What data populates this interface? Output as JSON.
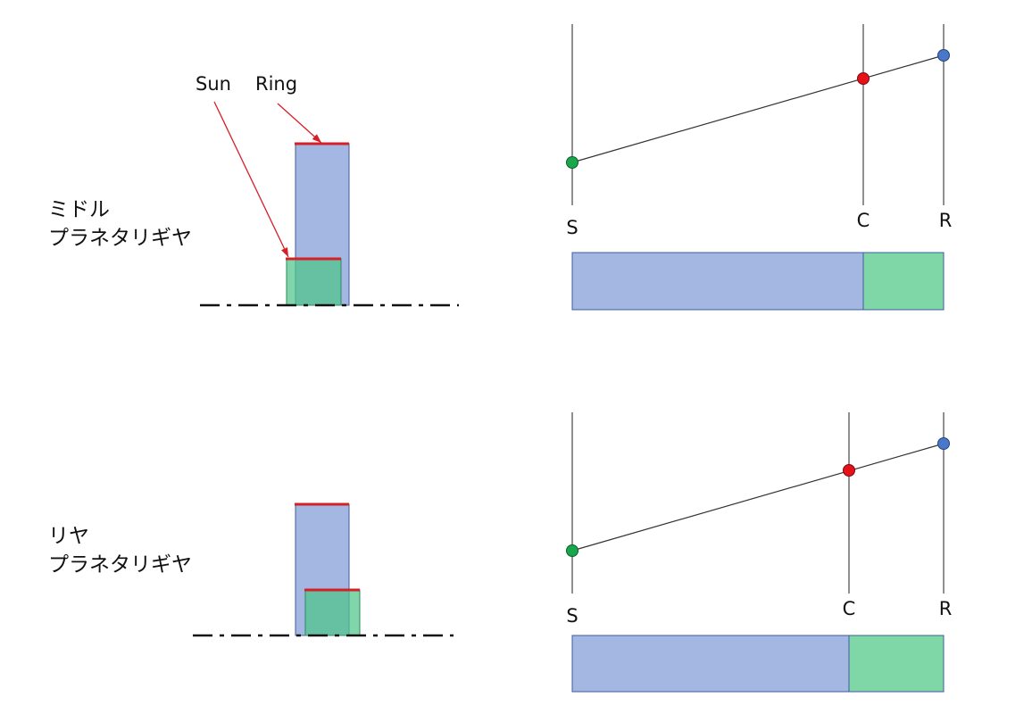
{
  "colors": {
    "ring_fill": "#a3b7e2",
    "sun_fill": "#4fc58b",
    "red": "#d61f26",
    "green_node": "#1aa64d",
    "red_node": "#e6121a",
    "blue_node": "#4a77c8",
    "line": "#222222"
  },
  "callouts": {
    "sun": "Sun",
    "ring": "Ring"
  },
  "middle": {
    "label_line1": "ミドル",
    "label_line2": "プラネタリギヤ",
    "nomograph": {
      "s_label": "S",
      "c_label": "C",
      "r_label": "R"
    }
  },
  "rear": {
    "label_line1": "リヤ",
    "label_line2": "プラネタリギヤ",
    "nomograph": {
      "s_label": "S",
      "c_label": "C",
      "r_label": "R"
    }
  }
}
